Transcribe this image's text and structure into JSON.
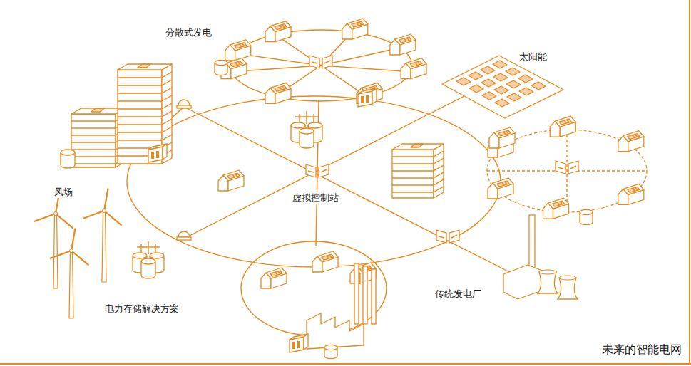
{
  "diagram": {
    "caption": "未来的智能电网",
    "labels": [
      "分散式发电",
      "太阳能",
      "风场",
      "虚拟控制站",
      "电力存储解决方案",
      "传统发电厂"
    ]
  }
}
